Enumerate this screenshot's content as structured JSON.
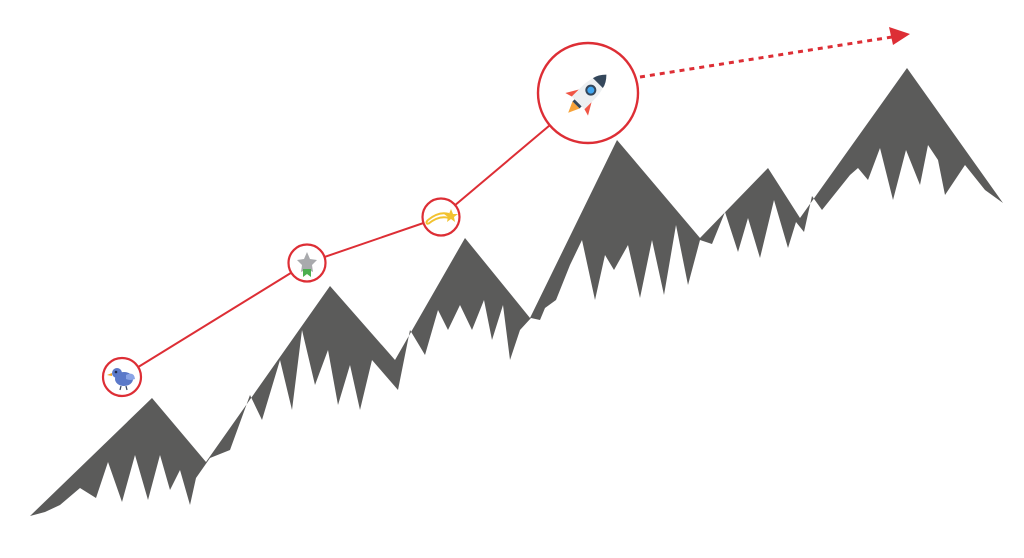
{
  "diagram": {
    "type": "growth-path-over-mountains",
    "colors": {
      "mountain": "#5b5b5a",
      "path": "#dd2e35",
      "background": "#ffffff"
    },
    "milestones": [
      {
        "icon": "bird-icon",
        "stage": 1
      },
      {
        "icon": "star-medal-icon",
        "stage": 2
      },
      {
        "icon": "shooting-star-icon",
        "stage": 3
      },
      {
        "icon": "rocket-icon",
        "stage": 4
      }
    ],
    "continuation": "dotted-arrow-up-right"
  }
}
